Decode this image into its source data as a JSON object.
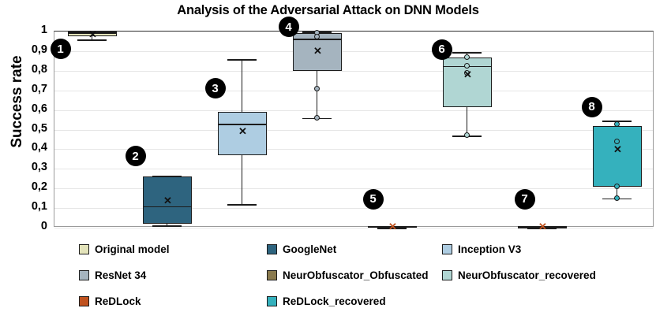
{
  "chart_data": {
    "type": "box",
    "title": "Analysis of the Adversarial Attack on DNN Models",
    "xlabel": "",
    "ylabel": "Success rate",
    "ylim": [
      0,
      1
    ],
    "yticks": [
      "0",
      "0,1",
      "0,2",
      "0,3",
      "0,4",
      "0,5",
      "0,6",
      "0,7",
      "0,8",
      "0,9",
      "1"
    ],
    "grid": true,
    "legend_position": "bottom",
    "decimal_separator": ",",
    "boxes": [
      {
        "badge": "1",
        "name": "Original model",
        "color": "#e3e3ba",
        "whisker_low": 0.958,
        "q1": 0.975,
        "median": 0.995,
        "q3": 1.0,
        "whisker_high": 1.0,
        "mean": 0.985,
        "points": []
      },
      {
        "badge": "2",
        "name": "GoogleNet",
        "color": "#2e647f",
        "whisker_low": 0.012,
        "q1": 0.02,
        "median": 0.11,
        "q3": 0.26,
        "whisker_high": 0.265,
        "mean": 0.14,
        "points": []
      },
      {
        "badge": "3",
        "name": "Inception V3",
        "color": "#aecde2",
        "whisker_low": 0.12,
        "q1": 0.37,
        "median": 0.53,
        "q3": 0.59,
        "whisker_high": 0.86,
        "mean": 0.49,
        "points": []
      },
      {
        "badge": "4",
        "name": "ResNet 34",
        "color": "#a5b4bf",
        "whisker_low": 0.56,
        "q1": 0.8,
        "median": 0.965,
        "q3": 0.99,
        "whisker_high": 1.0,
        "mean": 0.9,
        "points": [
          0.995,
          0.975,
          0.71,
          0.56
        ]
      },
      {
        "badge": "5",
        "name": "NeurObfuscator_Obfuscated",
        "color": "#8a7a4e",
        "whisker_low": 0.0,
        "q1": 0.0,
        "median": 0.006,
        "q3": 0.01,
        "whisker_high": 0.01,
        "mean": 0.006,
        "points": []
      },
      {
        "badge": "6",
        "name": "NeurObfuscator_recovered",
        "color": "#b0d6d3",
        "whisker_low": 0.47,
        "q1": 0.615,
        "median": 0.825,
        "q3": 0.868,
        "whisker_high": 0.895,
        "mean": 0.78,
        "points": [
          0.868,
          0.825,
          0.79,
          0.47
        ]
      },
      {
        "badge": "7",
        "name": "ReDLock",
        "color": "#c0521f",
        "whisker_low": 0.0,
        "q1": 0.0,
        "median": 0.005,
        "q3": 0.01,
        "whisker_high": 0.01,
        "mean": 0.005,
        "points": []
      },
      {
        "badge": "8",
        "name": "ReDLock_recovered",
        "color": "#35b1bd",
        "whisker_low": 0.15,
        "q1": 0.21,
        "median": 0.52,
        "q3": 0.52,
        "whisker_high": 0.545,
        "mean": 0.4,
        "points": [
          0.53,
          0.44,
          0.21,
          0.15
        ]
      }
    ]
  },
  "legend": {
    "rows": [
      [
        {
          "label": "Original model",
          "color": "#e3e3ba"
        },
        {
          "label": "GoogleNet",
          "color": "#2e647f"
        },
        {
          "label": "Inception V3",
          "color": "#aecde2"
        }
      ],
      [
        {
          "label": "ResNet 34",
          "color": "#a5b4bf"
        },
        {
          "label": "NeurObfuscator_Obfuscated",
          "color": "#8a7a4e"
        },
        {
          "label": "NeurObfuscator_recovered",
          "color": "#b0d6d3"
        }
      ],
      [
        {
          "label": "ReDLock",
          "color": "#c0521f"
        },
        {
          "label": "ReDLock_recovered",
          "color": "#35b1bd"
        }
      ]
    ]
  }
}
